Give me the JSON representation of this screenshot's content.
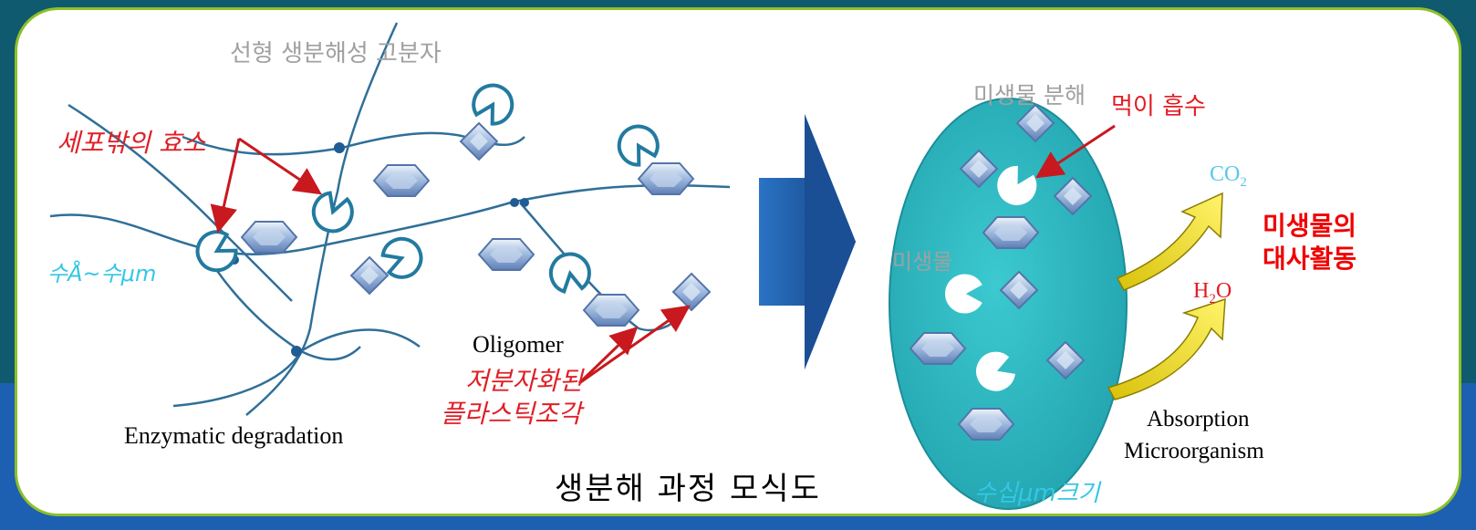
{
  "left": {
    "polymer_label": "선형 생분해성 고분자",
    "enzyme_label": "세포밖의 효소",
    "size_label": "수Å~수μm",
    "oligomer_label": "Oligomer",
    "fragment_label_1": "저분자화된",
    "fragment_label_2": "플라스틱조각",
    "process_label": "Enzymatic degradation"
  },
  "right": {
    "microbe_degradation_label": "미생물 분해",
    "intake_label": "먹이 흡수",
    "microbe_label": "미생물",
    "co2_main": "CO",
    "co2_sub": "2",
    "metabolism_line1": "미생물의",
    "metabolism_line2": "대사활동",
    "h2o_h": "H",
    "h2o_sub": "2",
    "h2o_o": "O",
    "absorption_label": "Absorption",
    "microorganism_label": "Microorganism",
    "size_label": "수십μm크기"
  },
  "caption": "생분해 과정 모식도",
  "colors": {
    "frame_border": "#8fbf2a",
    "microbe_fill": "#2fb8bf",
    "arrow_fill": "#1d5fa8",
    "chain": "#2f6f98",
    "red_annotation": "#e01f26"
  }
}
